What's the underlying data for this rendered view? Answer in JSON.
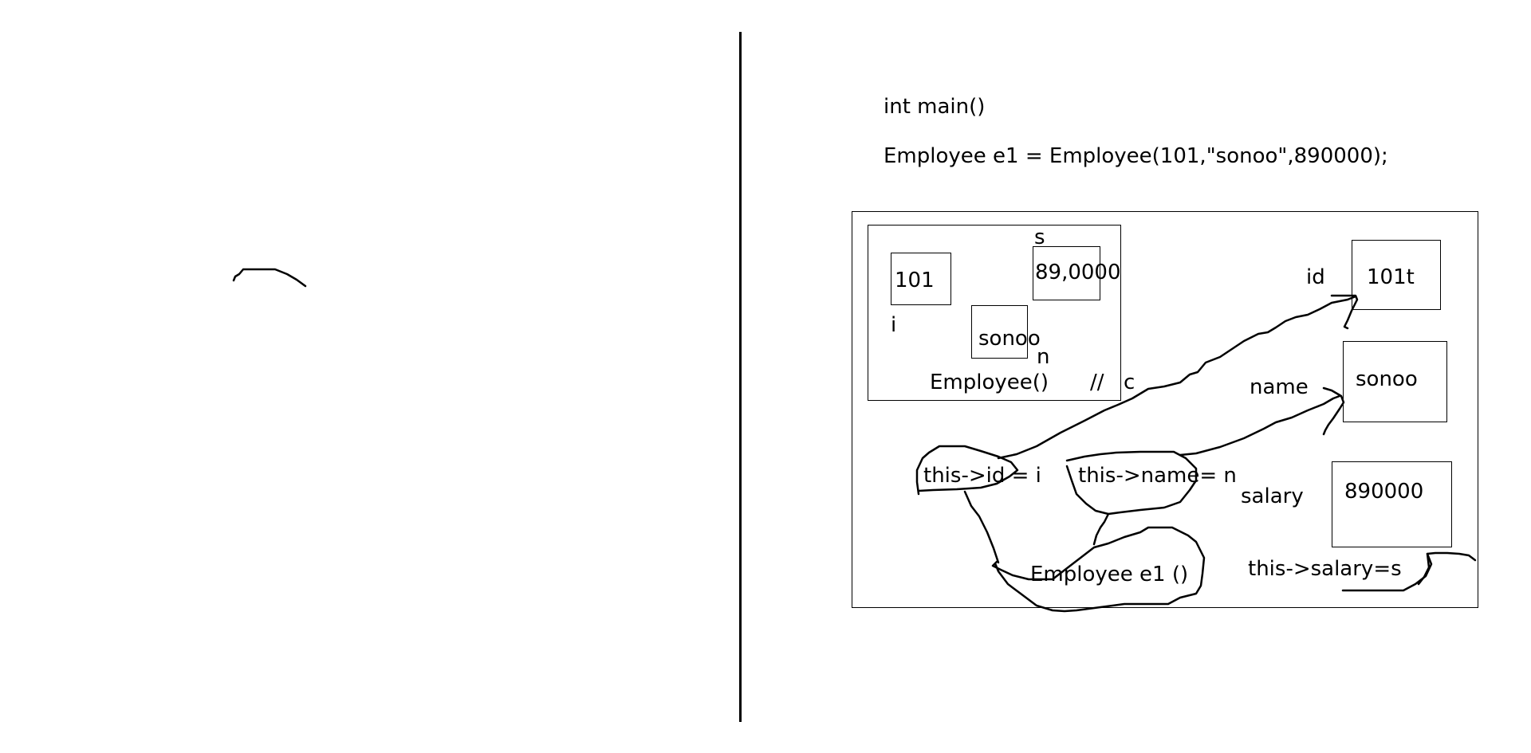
{
  "code": {
    "line1": "int main()",
    "line2": "Employee e1 = Employee(101,\"sonoo\",890000);"
  },
  "constructor_frame": {
    "param_id_value": "101",
    "param_id_var": "i",
    "param_name_value": "sonoo",
    "param_name_var": "n",
    "param_salary_value": "89,0000",
    "param_salary_var": "s",
    "label": "Employee()",
    "comment": "//",
    "comment_text": "c"
  },
  "object": {
    "id_label": "id",
    "id_value": "101t",
    "name_label": "name",
    "name_value": "sonoo",
    "salary_label": "salary",
    "salary_value": "890000"
  },
  "statements": {
    "assign_id": "this->id = i",
    "assign_name": "this->name= n",
    "assign_salary": "this->salary=s",
    "call": "Employee e1 ()"
  },
  "colors": {
    "background": "#ffffff",
    "ink": "#000000"
  }
}
